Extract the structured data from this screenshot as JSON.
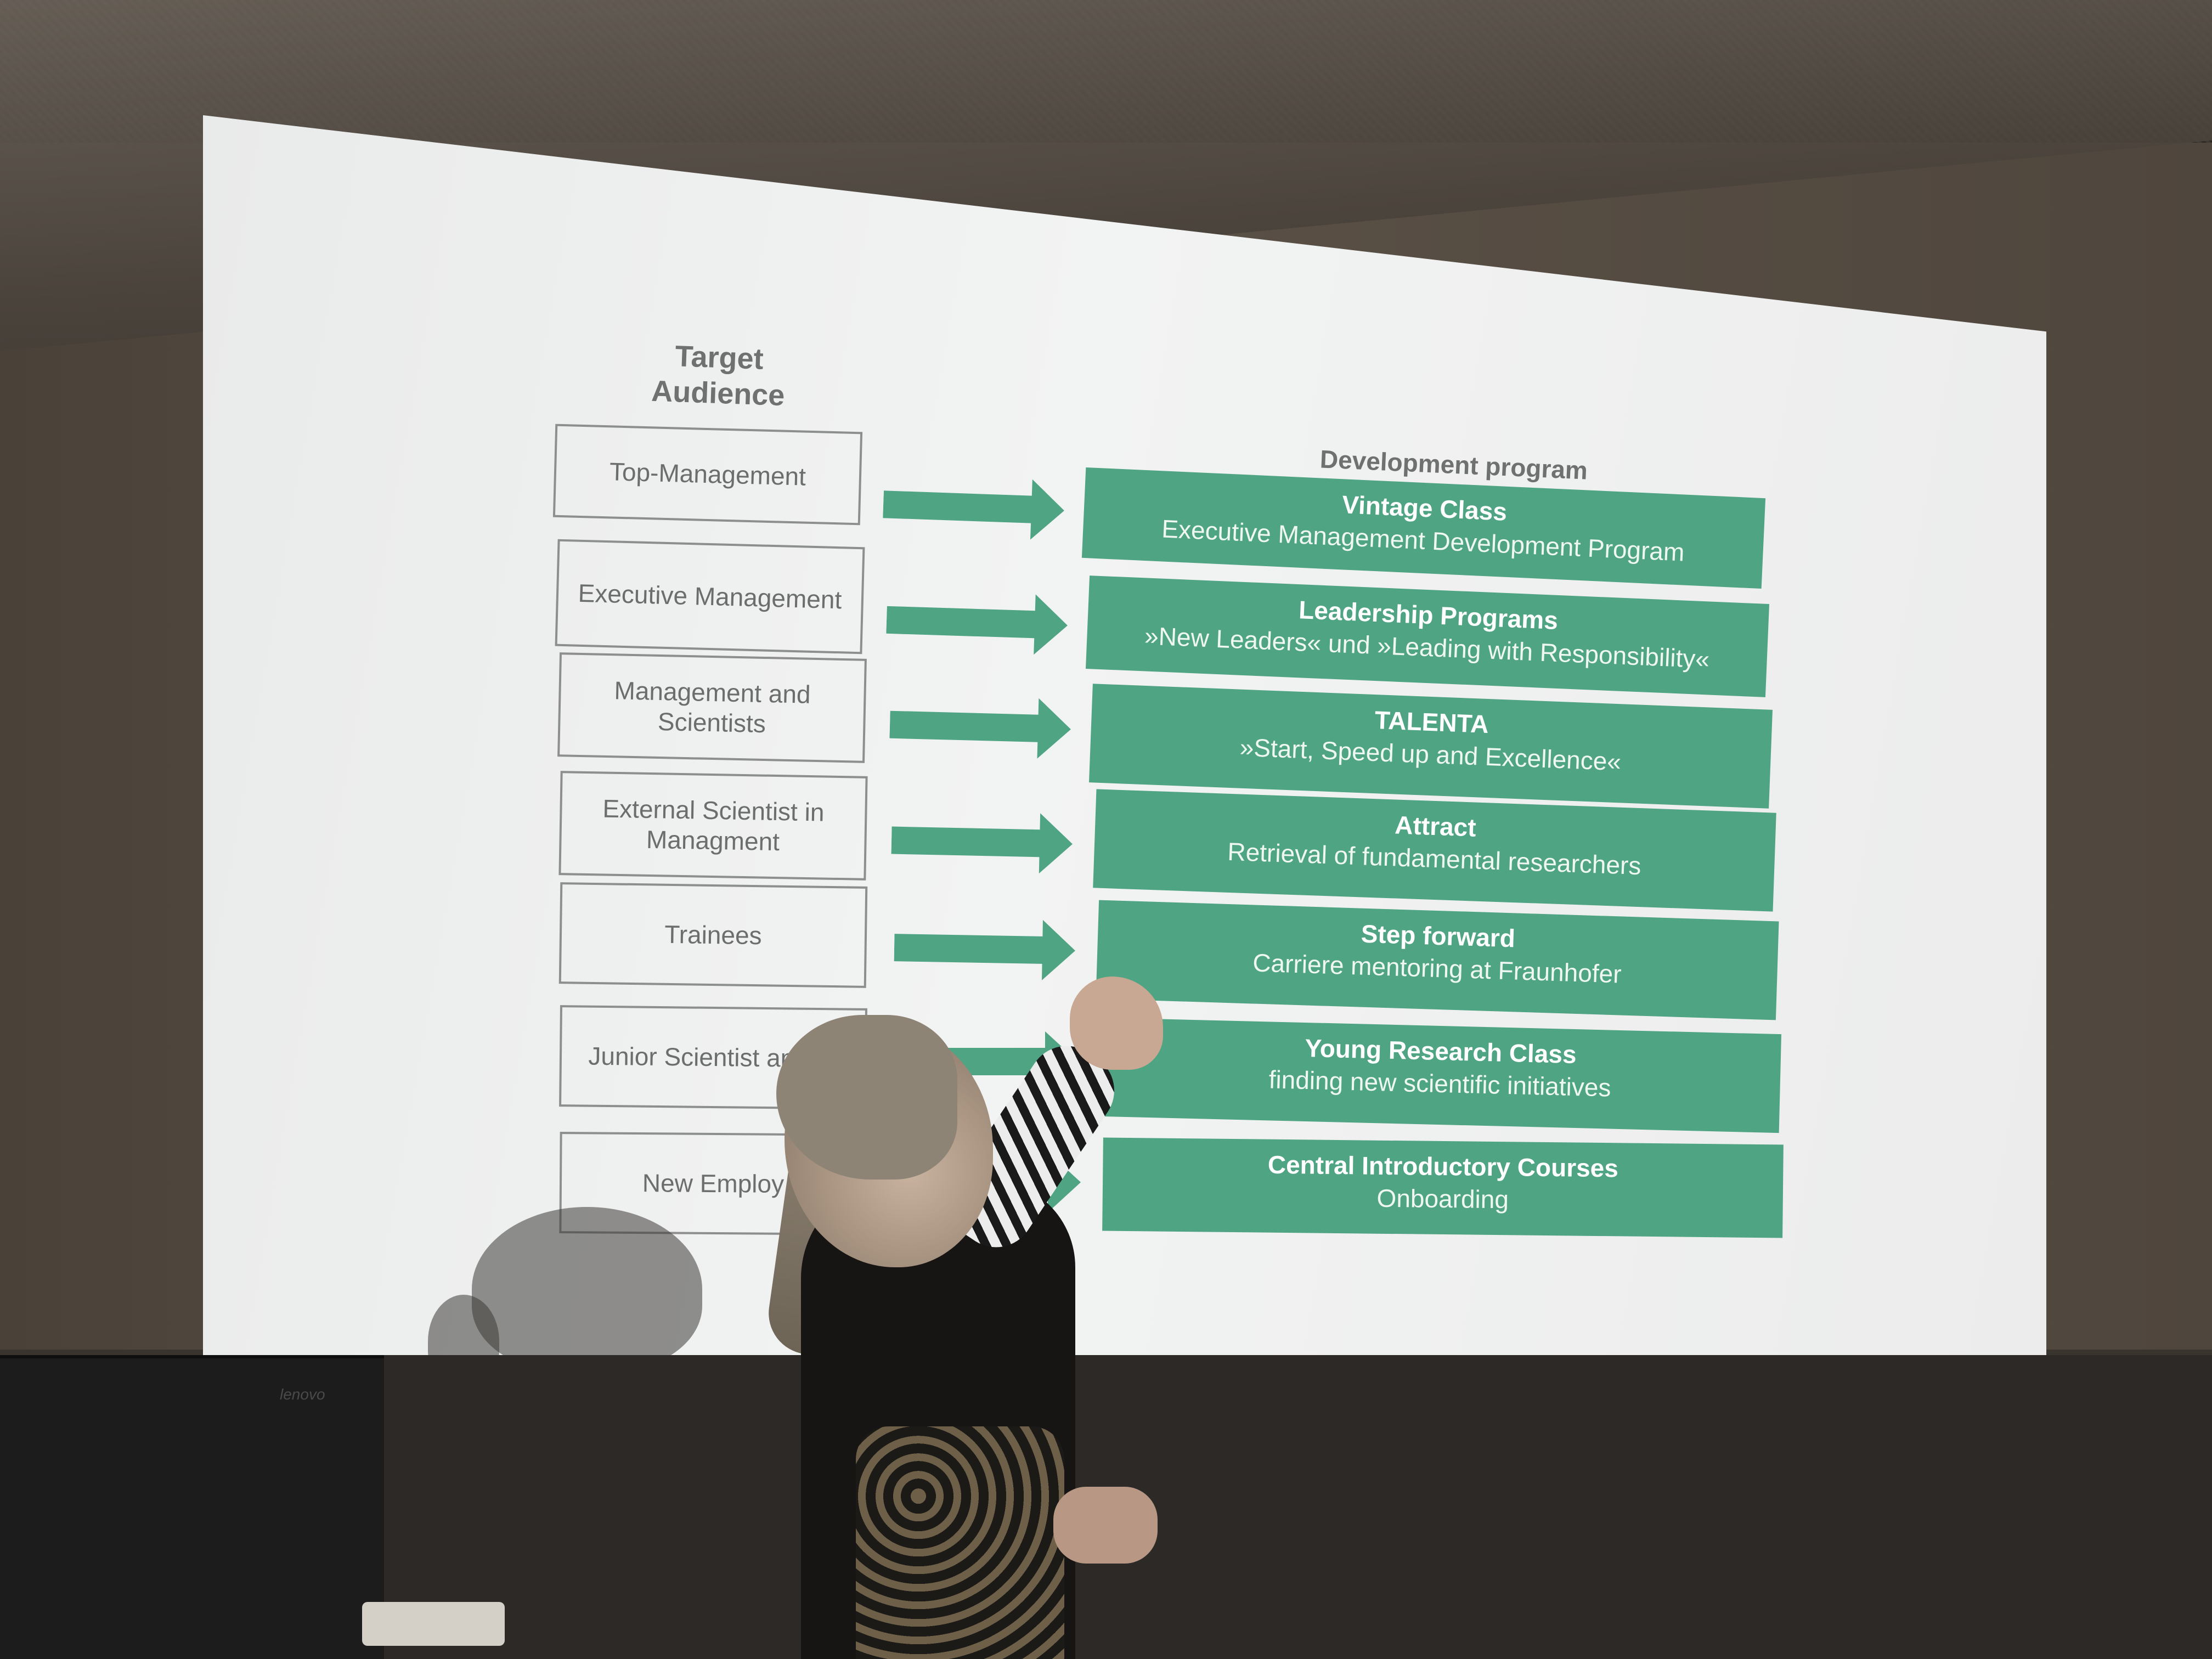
{
  "laptop": {
    "brand": "lenovo"
  },
  "slide": {
    "left_heading": "Target\nAudience",
    "right_heading": "Development program",
    "audiences": [
      "Top-Management",
      "Executive Management",
      "Management and\nScientists",
      "External Scientist in\nManagment",
      "Trainees",
      "Junior Scientist and Pl",
      "New Employ"
    ],
    "programs": [
      {
        "title": "Vintage Class",
        "subtitle": "Executive Management Development Program"
      },
      {
        "title": "Leadership Programs",
        "subtitle": "»New Leaders« und »Leading with Responsibility«"
      },
      {
        "title": "TALENTA",
        "subtitle": "»Start, Speed up and Excellence«"
      },
      {
        "title": "Attract",
        "subtitle": "Retrieval of fundamental researchers"
      },
      {
        "title": "Step forward",
        "subtitle": "Carriere mentoring at Fraunhofer"
      },
      {
        "title": "Young Research Class",
        "subtitle": "finding new scientific initiatives"
      },
      {
        "title": "Central Introductory Courses",
        "subtitle": "Onboarding"
      }
    ]
  },
  "colors": {
    "program_green": "#4fa483",
    "arrow_green": "#4fa483",
    "box_border": "#8d8f8f",
    "text_gray": "#6c6e6e"
  }
}
